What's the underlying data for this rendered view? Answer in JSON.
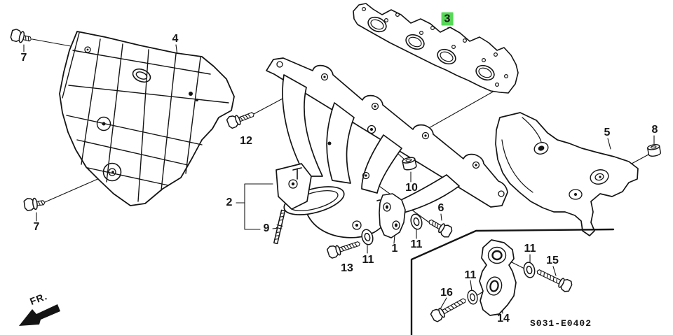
{
  "diagram": {
    "code": "S031-E0402",
    "direction_label": "FR.",
    "colors": {
      "highlight_green": "#57d957",
      "line": "#141414",
      "background": "#ffffff"
    },
    "part_labels": [
      {
        "id": "7-upper",
        "text": "7"
      },
      {
        "id": "4",
        "text": "4"
      },
      {
        "id": "3",
        "text": "3",
        "highlighted": true
      },
      {
        "id": "12",
        "text": "12"
      },
      {
        "id": "2",
        "text": "2"
      },
      {
        "id": "9",
        "text": "9"
      },
      {
        "id": "10",
        "text": "10"
      },
      {
        "id": "13",
        "text": "13"
      },
      {
        "id": "11-a",
        "text": "11"
      },
      {
        "id": "1",
        "text": "1"
      },
      {
        "id": "11-b",
        "text": "11"
      },
      {
        "id": "6",
        "text": "6"
      },
      {
        "id": "5",
        "text": "5"
      },
      {
        "id": "8",
        "text": "8"
      },
      {
        "id": "11-c",
        "text": "11"
      },
      {
        "id": "15",
        "text": "15"
      },
      {
        "id": "16",
        "text": "16"
      },
      {
        "id": "11-d",
        "text": "11"
      },
      {
        "id": "14",
        "text": "14"
      },
      {
        "id": "7-lower",
        "text": "7"
      }
    ]
  }
}
